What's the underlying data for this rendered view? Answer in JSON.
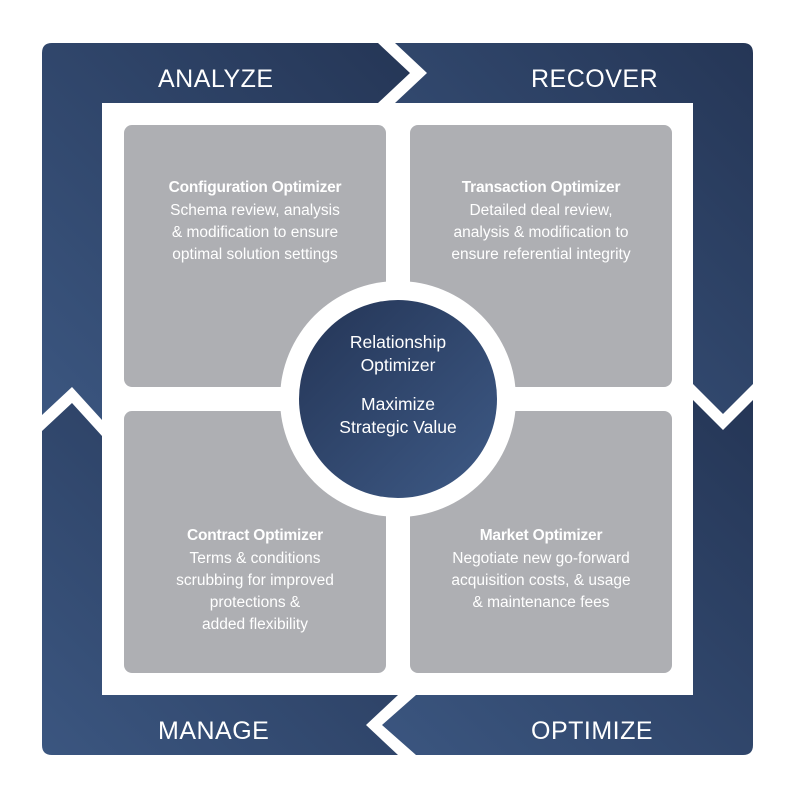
{
  "phases": {
    "analyze": "ANALYZE",
    "recover": "RECOVER",
    "manage": "MANAGE",
    "optimize": "OPTIMIZE"
  },
  "quadrants": {
    "top_left": {
      "title": "Configuration Optimizer",
      "lines": [
        "Schema review, analysis",
        "& modification to ensure",
        "optimal solution settings"
      ]
    },
    "top_right": {
      "title": "Transaction Optimizer",
      "lines": [
        "Detailed deal review,",
        "analysis & modification to",
        "ensure referential integrity"
      ]
    },
    "bottom_left": {
      "title": "Contract Optimizer",
      "lines": [
        "Terms & conditions",
        "scrubbing for improved",
        "protections &",
        "added flexibility"
      ]
    },
    "bottom_right": {
      "title": "Market Optimizer",
      "lines": [
        "Negotiate new go-forward",
        "acquisition costs, & usage",
        "& maintenance fees"
      ]
    }
  },
  "center": {
    "line1": "Relationship",
    "line2": "Optimizer",
    "line3": "Maximize",
    "line4": "Strategic Value"
  },
  "colors": {
    "navy_dark": "#253656",
    "navy_light": "#3b5680",
    "panel_gray": "#aeafb3",
    "white": "#ffffff"
  }
}
